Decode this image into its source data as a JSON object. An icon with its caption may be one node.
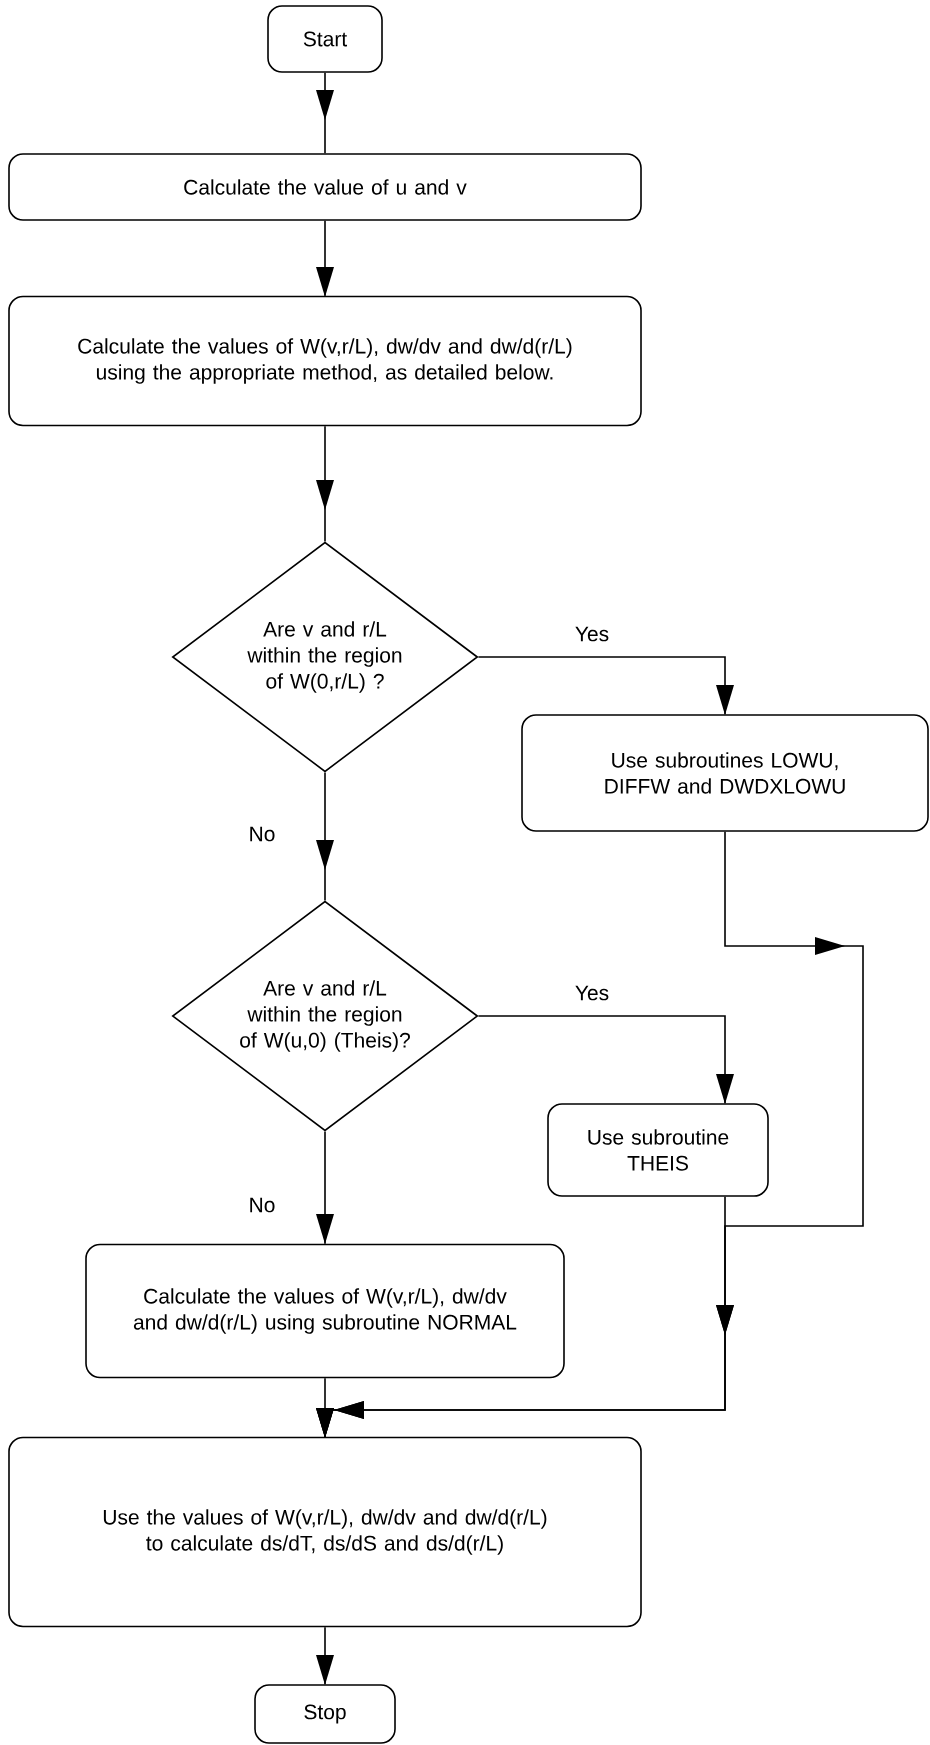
{
  "diagram": {
    "nodes": [
      {
        "text": [
          "Start"
        ]
      },
      {
        "text": [
          "Calculate the value of u and v"
        ]
      },
      {
        "text": [
          "Calculate the values of W(v,r/L), dw/dv and dw/d(r/L) using the appropriate method, as detailed below."
        ]
      },
      {
        "text": [
          "Are v and r/L within the region of W(0,r/L) ?"
        ]
      },
      {
        "text": [
          "Use subroutines LOWU, DIFFW and DWDXLOWU"
        ]
      },
      {
        "text": [
          "Are v and r/L within the region of W(u,0) (Theis)?"
        ]
      },
      {
        "text": [
          "Use subroutine THEIS"
        ]
      },
      {
        "text": [
          "Calculate the values of W(v,r/L), dw/dv and dw/d(r/L) using subroutine NORMAL"
        ]
      },
      {
        "text": [
          "Use the values of W(v,r/L), dw/dv and dw/d(r/L) to calculate ds/dT, ds/dS and ds/d(r/L)"
        ]
      },
      {
        "text": [
          "Stop"
        ]
      }
    ],
    "edges": [
      {
        "from": 0,
        "to": 1,
        "arrow": "to"
      },
      {
        "from": 1,
        "to": 2,
        "arrow": "to"
      },
      {
        "from": 2,
        "to": 3,
        "arrow": "to"
      },
      {
        "from": 3,
        "to": 4,
        "arrow": "to",
        "label": "Yes"
      },
      {
        "from": 3,
        "to": 5,
        "arrow": "to",
        "label": "No"
      },
      {
        "from": 5,
        "to": 6,
        "arrow": "to",
        "label": "Yes"
      },
      {
        "from": 5,
        "to": 7,
        "arrow": "to",
        "label": "No"
      },
      {
        "from": 4,
        "to": 8,
        "arrow": "to"
      },
      {
        "from": 6,
        "to": 8,
        "arrow": "to"
      },
      {
        "from": 7,
        "to": 8,
        "arrow": "to"
      },
      {
        "from": 8,
        "to": 9,
        "arrow": "to"
      }
    ]
  }
}
